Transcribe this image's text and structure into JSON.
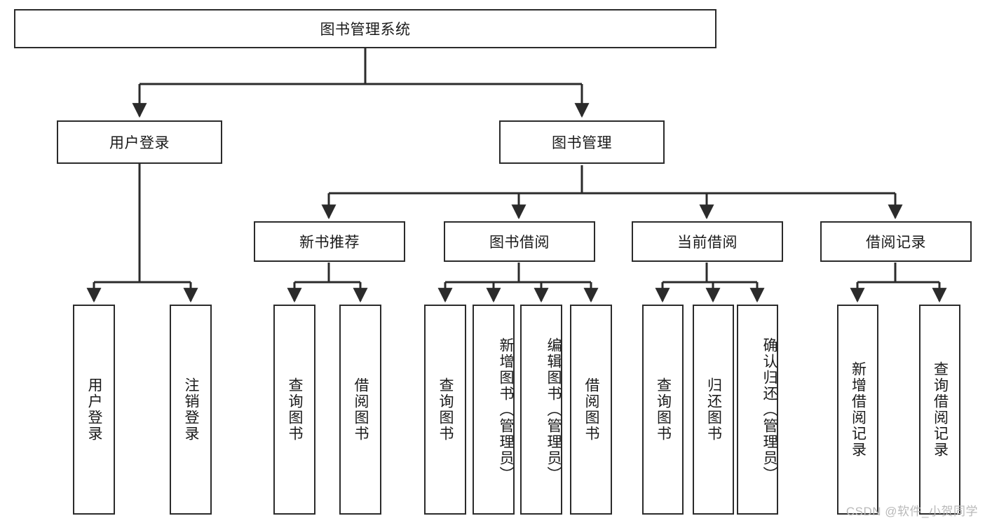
{
  "diagram": {
    "type": "tree-hierarchy-chart",
    "title": "图书管理系统",
    "watermark": "CSDN @软件_小贺同学",
    "colors": {
      "stroke": "#2b2b2b",
      "fill": "#ffffff",
      "text": "#1a1a1a",
      "watermark": "#b9b9b9"
    },
    "root": {
      "id": "root",
      "label": "图书管理系统"
    },
    "level1": [
      {
        "id": "user-login",
        "label": "用户登录"
      },
      {
        "id": "book-manage",
        "label": "图书管理"
      }
    ],
    "level2": [
      {
        "id": "new-book-recommend",
        "label": "新书推荐",
        "parent": "book-manage"
      },
      {
        "id": "book-borrow",
        "label": "图书借阅",
        "parent": "book-manage"
      },
      {
        "id": "current-borrow",
        "label": "当前借阅",
        "parent": "book-manage"
      },
      {
        "id": "borrow-record",
        "label": "借阅记录",
        "parent": "book-manage"
      }
    ],
    "leaves": [
      {
        "id": "leaf-user-login",
        "label": "用户登录",
        "parent": "user-login"
      },
      {
        "id": "leaf-user-logout",
        "label": "注销登录",
        "parent": "user-login"
      },
      {
        "id": "leaf-query-book-1",
        "label": "查询图书",
        "parent": "new-book-recommend"
      },
      {
        "id": "leaf-borrow-book-1",
        "label": "借阅图书",
        "parent": "new-book-recommend"
      },
      {
        "id": "leaf-query-book-2",
        "label": "查询图书",
        "parent": "book-borrow"
      },
      {
        "id": "leaf-add-book",
        "label": "新增图书（管理员）",
        "parent": "book-borrow"
      },
      {
        "id": "leaf-edit-book",
        "label": "编辑图书（管理员）",
        "parent": "book-borrow"
      },
      {
        "id": "leaf-borrow-book-2",
        "label": "借阅图书",
        "parent": "book-borrow"
      },
      {
        "id": "leaf-query-book-3",
        "label": "查询图书",
        "parent": "current-borrow"
      },
      {
        "id": "leaf-return-book",
        "label": "归还图书",
        "parent": "current-borrow"
      },
      {
        "id": "leaf-confirm-return",
        "label": "确认归还（管理员）",
        "parent": "current-borrow"
      },
      {
        "id": "leaf-add-record",
        "label": "新增借阅记录",
        "parent": "borrow-record"
      },
      {
        "id": "leaf-query-record",
        "label": "查询借阅记录",
        "parent": "borrow-record"
      }
    ]
  }
}
